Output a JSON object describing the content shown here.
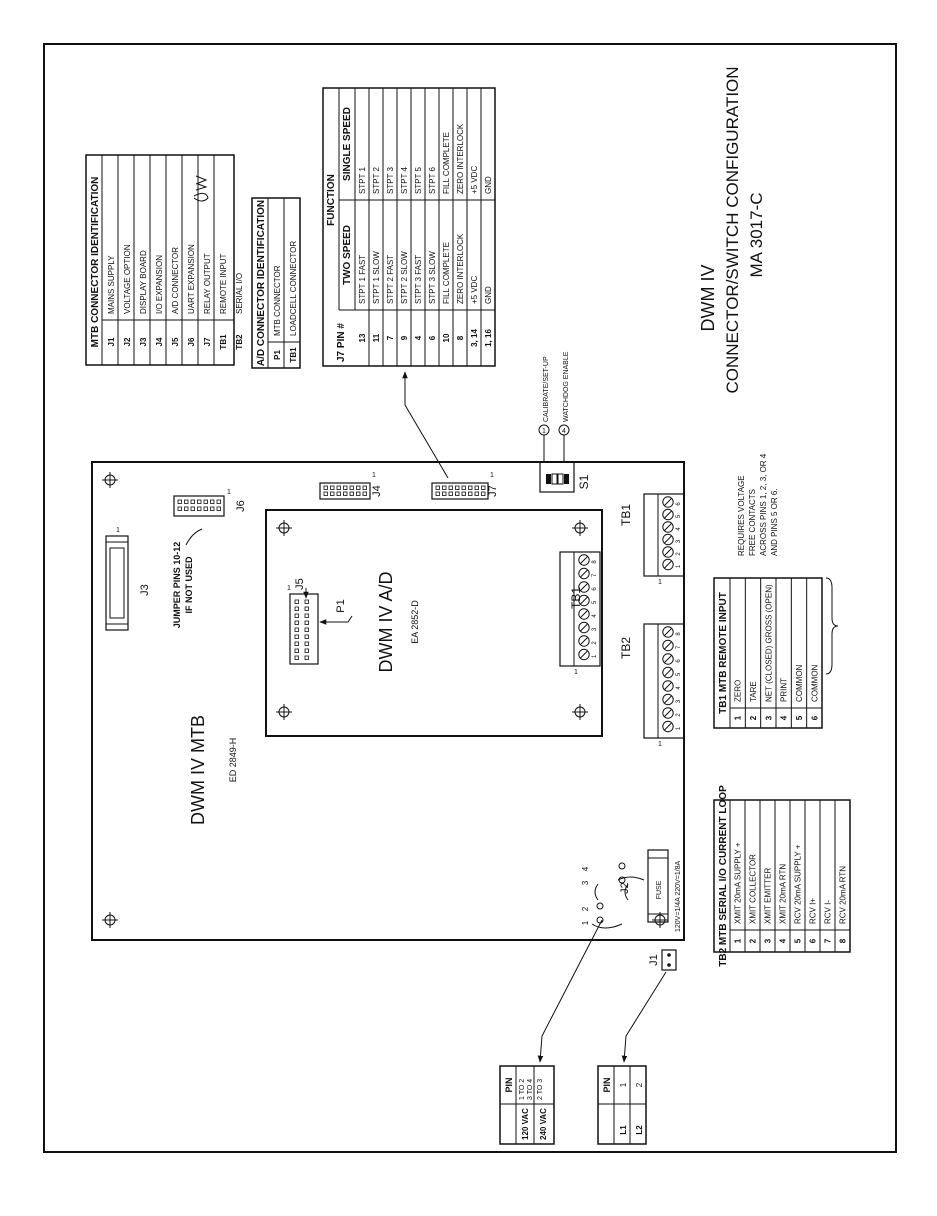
{
  "title_block": {
    "line1": "DWM IV",
    "line2": "CONNECTOR/SWITCH CONFIGURATION",
    "line3": "MA 3017-C"
  },
  "mtb_board": {
    "name": "DWM IV MTB",
    "part": "ED 2849-H",
    "jumper_note_1": "JUMPER PINS 10-12",
    "jumper_note_2": "IF NOT USED",
    "fuse_label": "FUSE",
    "fuse_rating": "120V=1/4A   220V=1/8A"
  },
  "ad_board": {
    "name": "DWM IV A/D",
    "part": "EA 2852-D"
  },
  "connectors": {
    "J1": "J1",
    "J2": "J2",
    "J3": "J3",
    "J4": "J4",
    "J5": "J5",
    "J6": "J6",
    "J7": "J7",
    "P1": "P1",
    "S1": "S1",
    "TB1": "TB1",
    "TB2": "TB2",
    "one": "1",
    "j2_pins": [
      "1",
      "2",
      "3",
      "4"
    ],
    "tb_pins": [
      "1",
      "2",
      "3",
      "4",
      "5",
      "6",
      "7",
      "8"
    ]
  },
  "switch_legend": {
    "pos1_num": "1",
    "pos1": "CALIBRATE/SET-UP",
    "pos4_num": "4",
    "pos4": "WATCHDOG ENABLE"
  },
  "mtb_id_table": {
    "title": "MTB CONNECTOR IDENTIFICATION",
    "rows": [
      [
        "J1",
        "MAINS SUPPLY"
      ],
      [
        "J2",
        "VOLTAGE OPTION"
      ],
      [
        "J3",
        "DISPLAY BOARD"
      ],
      [
        "J4",
        "I/O EXPANSION"
      ],
      [
        "J5",
        "A/D CONNECTOR"
      ],
      [
        "J6",
        "UART EXPANSION"
      ],
      [
        "J7",
        "RELAY OUTPUT"
      ],
      [
        "TB1",
        "REMOTE INPUT"
      ],
      [
        "TB2",
        "SERIAL I/O"
      ]
    ]
  },
  "ad_id_table": {
    "title": "A/D CONNECTOR IDENTIFICATION",
    "rows": [
      [
        "P1",
        "MTB CONNECTOR"
      ],
      [
        "TB1",
        "LOADCELL CONNECTOR"
      ]
    ]
  },
  "j7_table": {
    "pin_header": "J7 PIN #",
    "function_header": "FUNCTION",
    "two_speed_header": "TWO SPEED",
    "single_speed_header": "SINGLE SPEED",
    "rows": [
      [
        "13",
        "STPT 1 FAST",
        "STPT 1"
      ],
      [
        "11",
        "STPT 1 SLOW",
        "STPT 2"
      ],
      [
        "7",
        "STPT 2 FAST",
        "STPT 3"
      ],
      [
        "9",
        "STPT 2 SLOW",
        "STPT 4"
      ],
      [
        "4",
        "STPT 3 FAST",
        "STPT 5"
      ],
      [
        "6",
        "STPT 3 SLOW",
        "STPT 6"
      ],
      [
        "10",
        "FILL COMPLETE",
        "FILL COMPLETE"
      ],
      [
        "8",
        "ZERO INTERLOCK",
        "ZERO INTERLOCK"
      ],
      [
        "3, 14",
        "+5 VDC",
        "+5 VDC"
      ],
      [
        "1, 16",
        "GND",
        "GND"
      ]
    ]
  },
  "tb1_table": {
    "title": "TB1 MTB REMOTE INPUT",
    "rows": [
      [
        "1",
        "ZERO"
      ],
      [
        "2",
        "TARE"
      ],
      [
        "3",
        "NET (CLOSED) GROSS (OPEN)"
      ],
      [
        "4",
        "PRINT"
      ],
      [
        "5",
        "COMMON"
      ],
      [
        "6",
        "COMMON"
      ]
    ],
    "note": [
      "REQUIRES VOLTAGE",
      "FREE CONTACTS",
      "ACROSS PINS 1, 2, 3, OR 4",
      "AND PINS 5 OR 6."
    ]
  },
  "tb2_table": {
    "title": "TB2 MTB SERIAL I/O CURRENT LOOP",
    "rows": [
      [
        "1",
        "XMIT 20mA SUPPLY +"
      ],
      [
        "2",
        "XMIT COLLECTOR"
      ],
      [
        "3",
        "XMIT EMITTER"
      ],
      [
        "4",
        "XMIT 20mA RTN"
      ],
      [
        "5",
        "RCV 20mA SUPPLY +"
      ],
      [
        "6",
        "RCV I+"
      ],
      [
        "7",
        "RCV I-"
      ],
      [
        "8",
        "RCV 20mA RTN"
      ]
    ]
  },
  "voltage_table": {
    "pin_header": "PIN",
    "rows": [
      [
        "120 VAC",
        "1 TO 2",
        "3 TO 4"
      ],
      [
        "240 VAC",
        "2 TO 3",
        ""
      ]
    ]
  },
  "mains_table": {
    "pin_header": "PIN",
    "rows": [
      [
        "L1",
        "1"
      ],
      [
        "L2",
        "2"
      ]
    ]
  }
}
